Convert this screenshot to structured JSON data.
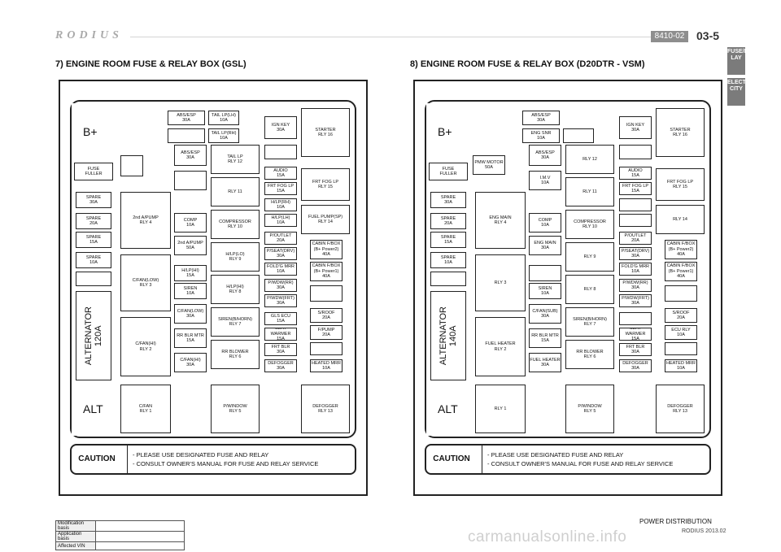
{
  "header": {
    "logo": "RODIUS",
    "code": "8410-02",
    "page": "03-5"
  },
  "tabs": [
    {
      "label": "FUSE/RE LAY"
    },
    {
      "label": "ELECTRI CITY"
    }
  ],
  "boxes": [
    {
      "title": "7) ENGINE ROOM FUSE & RELAY BOX (GSL)",
      "labels": {
        "b_plus": "B+",
        "alt": "ALT",
        "fuller": [
          "FUSE",
          "FULLER"
        ],
        "alternator": [
          "ALTERNATOR",
          "120A"
        ],
        "spares": [
          [
            "SPARE",
            "30A"
          ],
          [
            "SPARE",
            "20A"
          ],
          [
            "SPARE",
            "15A"
          ],
          [
            "SPARE",
            "10A"
          ]
        ],
        "relay_left": [
          [
            "2nd A/PUMP",
            "RLY 4"
          ],
          [
            "C/FAN(LOW)",
            "RLY 3"
          ],
          [
            "C/FAN(HI)",
            "RLY 2"
          ],
          [
            "C/FAN",
            "RLY 1"
          ]
        ],
        "pmw": [
          "",
          ""
        ],
        "top_fuses": [
          [
            "ABS/ESP",
            "30A"
          ],
          [
            "TAIL LP(LH)",
            "10A"
          ],
          [
            "TAIL LP(RH)",
            "10A"
          ]
        ],
        "fuse_col": [
          [
            "ABS/ESP",
            "30A"
          ],
          [
            "",
            ""
          ],
          [
            "COMP",
            "10A"
          ],
          [
            "2nd A/PUMP",
            "50A"
          ],
          [
            "H/LP(HI)",
            "15A"
          ],
          [
            "SIREN",
            "10A"
          ],
          [
            "C/FAN(LOW)",
            "30A"
          ],
          [
            "RR BLR MTR",
            "15A"
          ],
          [
            "C/FAN(HI)",
            "30A"
          ]
        ],
        "relay_mid": [
          [
            "TAIL LP",
            "RLY 12"
          ],
          [
            "RLY 11",
            ""
          ],
          [
            "COMPRESSOR",
            "RLY 10"
          ],
          [
            "H/LP(LO)",
            "RLY 9"
          ],
          [
            "H/LP(HI)",
            "RLY 8"
          ],
          [
            "SIREN(B/HORN)",
            "RLY 7"
          ],
          [
            "RR BLOWER",
            "RLY 6"
          ],
          [
            "P/WINDOW",
            "RLY 5"
          ]
        ],
        "ign": [
          "IGN KEY",
          "30A"
        ],
        "small_fuses": [
          [
            "AUDIO",
            "15A"
          ],
          [
            "FRT FOG LP",
            "15A"
          ],
          [
            "H/LP(RH)",
            "10A"
          ],
          [
            "H/LP(LH)",
            "10A"
          ],
          [
            "P/OUTLET",
            "20A"
          ],
          [
            "P/SEAT(DRV)",
            "30A"
          ],
          [
            "FOLD'G MRR",
            "10A"
          ],
          [
            "P/WDW(RR)",
            "30A"
          ],
          [
            "P/WDW(FRT)",
            "30A"
          ],
          [
            "GLS ECU",
            "15A"
          ],
          [
            "SEAT WARMER",
            "15A"
          ],
          [
            "FRT BLR",
            "30A"
          ],
          [
            "DEFOGGER",
            "30A"
          ]
        ],
        "relay_right": [
          [
            "STARTER",
            "RLY 16"
          ],
          [
            "FRT FOG LP",
            "RLY 15"
          ],
          [
            "FUEL PUMP(SP)",
            "RLY 14"
          ],
          [
            "DEFOGGER",
            "RLY 13"
          ]
        ],
        "cabin": [
          [
            "CABIN F/BOX",
            "(B+ Power2)",
            "40A"
          ],
          [
            "CABIN F/BOX",
            "(B+ Power1)",
            "40A"
          ]
        ],
        "right_small": [
          [
            "S/ROOF",
            "20A"
          ],
          [
            "F/PUMP",
            "20A"
          ],
          [
            "HEATED MRR",
            "10A"
          ]
        ],
        "caution": "CAUTION",
        "notes": [
          "- PLEASE USE DESIGNATED FUSE AND RELAY",
          "- CONSULT OWNER'S MANUAL FOR FUSE AND RELAY SERVICE"
        ]
      }
    },
    {
      "title": "8) ENGINE ROOM FUSE & RELAY BOX (D20DTR - VSM)",
      "labels": {
        "b_plus": "B+",
        "alt": "ALT",
        "fuller": [
          "FUSE",
          "FULLER"
        ],
        "alternator": [
          "ALTERNATOR",
          "140A"
        ],
        "spares": [
          [
            "SPARE",
            "30A"
          ],
          [
            "SPARE",
            "20A"
          ],
          [
            "SPARE",
            "15A"
          ],
          [
            "SPARE",
            "10A"
          ]
        ],
        "relay_left": [
          [
            "ENG MAIN",
            "RLY 4"
          ],
          [
            "RLY 3",
            ""
          ],
          [
            "FUEL HEATER",
            "RLY 2"
          ],
          [
            "RLY 1",
            ""
          ]
        ],
        "pmw": [
          "PMW MOTOR",
          "50A"
        ],
        "top_fuses": [
          [
            "ABS/ESP",
            "30A"
          ],
          [
            "ENG SNR",
            "10A"
          ],
          [
            "",
            ""
          ]
        ],
        "fuse_col": [
          [
            "ABS/ESP",
            "30A"
          ],
          [
            "I.M.V",
            "10A"
          ],
          [
            "COMP",
            "10A"
          ],
          [
            "ENG MAIN",
            "30A"
          ],
          [
            "",
            ""
          ],
          [
            "SIREN",
            "10A"
          ],
          [
            "C/FAN(SUB)",
            "30A"
          ],
          [
            "RR BLR MTR",
            "15A"
          ],
          [
            "FUEL HEATER",
            "30A"
          ]
        ],
        "relay_mid": [
          [
            "RLY 12",
            ""
          ],
          [
            "RLY 11",
            ""
          ],
          [
            "COMPRESSOR",
            "RLY 10"
          ],
          [
            "RLY 9",
            ""
          ],
          [
            "RLY 8",
            ""
          ],
          [
            "SIREN(B/HORN)",
            "RLY 7"
          ],
          [
            "RR BLOWER",
            "RLY 6"
          ],
          [
            "P/WINDOW",
            "RLY 5"
          ]
        ],
        "ign": [
          "IGN KEY",
          "30A"
        ],
        "small_fuses": [
          [
            "AUDIO",
            "15A"
          ],
          [
            "FRT FOG LP",
            "15A"
          ],
          [
            "",
            ""
          ],
          [
            "",
            ""
          ],
          [
            "P/OUTLET",
            "20A"
          ],
          [
            "P/SEAT(DRV)",
            "30A"
          ],
          [
            "FOLD'G MRR",
            "10A"
          ],
          [
            "P/WDW(RR)",
            "30A"
          ],
          [
            "P/WDW(FRT)",
            "30A"
          ],
          [
            "",
            ""
          ],
          [
            "SEAT WARMER",
            "15A"
          ],
          [
            "FRT BLR",
            "30A"
          ],
          [
            "DEFOGGER",
            "30A"
          ]
        ],
        "relay_right": [
          [
            "STARTER",
            "RLY 16"
          ],
          [
            "FRT FOG LP",
            "RLY 15"
          ],
          [
            "RLY 14",
            ""
          ],
          [
            "DEFOGGER",
            "RLY 13"
          ]
        ],
        "cabin": [
          [
            "CABIN F/BOX",
            "(B+ Power2)",
            "40A"
          ],
          [
            "CABIN F/BOX",
            "(B+ Power1)",
            "40A"
          ]
        ],
        "right_small": [
          [
            "S/ROOF",
            "20A"
          ],
          [
            "ECU RLY",
            "10A"
          ],
          [
            "HEATED MRR",
            "10A"
          ]
        ],
        "caution": "CAUTION",
        "notes": [
          "- PLEASE USE DESIGNATED FUSE AND RELAY",
          "- CONSULT OWNER'S MANUAL FOR FUSE AND RELAY SERVICE"
        ]
      }
    }
  ],
  "footer": {
    "rows": [
      "Modification basis",
      "Application basis",
      "Affected VIN"
    ],
    "title": "POWER DISTRIBUTION",
    "subtitle": "RODIUS 2013.02",
    "watermark": "carmanualsonline.info"
  }
}
